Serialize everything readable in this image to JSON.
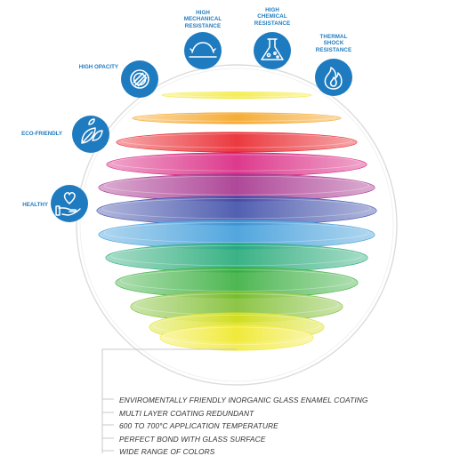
{
  "badges": {
    "high_opacity": {
      "label": "HIGH OPACITY",
      "icon": "opacity-circle-icon"
    },
    "eco_friendly": {
      "label": "ECO-FRIENDLY",
      "icon": "leaves-icon"
    },
    "healthy": {
      "label": "HEALTHY",
      "icon": "heart-hand-icon"
    },
    "mechanical": {
      "lines": [
        "HIGH",
        "MECHANICAL",
        "RESISTANCE"
      ],
      "icon": "arc-pressure-icon"
    },
    "chemical": {
      "lines": [
        "HIGH",
        "CHEMICAL",
        "RESISTANCE"
      ],
      "icon": "flask-icon"
    },
    "thermal": {
      "lines": [
        "THERMAL",
        "SHOCK",
        "RESISTANCE"
      ],
      "icon": "flame-icon"
    }
  },
  "features": [
    "ENVIROMENTALLY FRIENDLY INORGANIC GLASS ENAMEL COATING",
    "MULTI LAYER COATING REDUNDANT",
    "600 TO 700°C APPLICATION TEMPERATURE",
    "PERFECT BOND WITH GLASS SURFACE",
    "WIDE RANGE OF COLORS"
  ],
  "colors": {
    "badge": "#1f7bbf",
    "layers": [
      "#f3ea3a",
      "#f5a21c",
      "#e81f25",
      "#d81f7d",
      "#a42f8b",
      "#3a4aa6",
      "#3a9ad9",
      "#20a774",
      "#36ad3b",
      "#7dbd2e",
      "#d8e01d",
      "#f3ea3a"
    ]
  }
}
